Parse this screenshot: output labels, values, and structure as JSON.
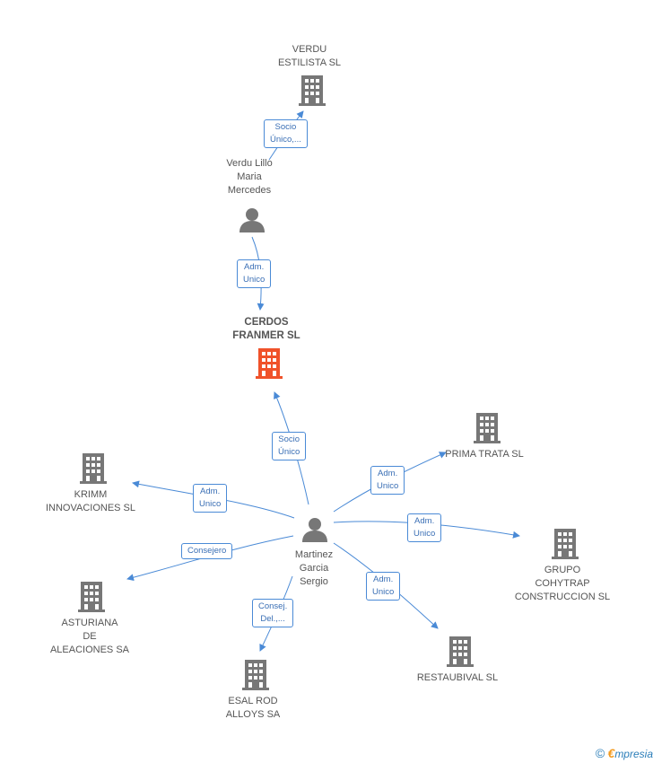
{
  "nodes": {
    "verdu_estilista": {
      "line1": "VERDU",
      "line2": "ESTILISTA SL"
    },
    "verdu_lillo": {
      "line1": "Verdu Lillo",
      "line2": "Maria",
      "line3": "Mercedes"
    },
    "cerdos_franmer": {
      "line1": "CERDOS",
      "line2": "FRANMER SL"
    },
    "prima_trata": {
      "line1": "PRIMA TRATA SL"
    },
    "krimm": {
      "line1": "KRIMM",
      "line2": "INNOVACIONES SL"
    },
    "martinez": {
      "line1": "Martinez",
      "line2": "Garcia",
      "line3": "Sergio"
    },
    "grupo_cohytrap": {
      "line1": "GRUPO",
      "line2": "COHYTRAP",
      "line3": "CONSTRUCCION SL"
    },
    "asturiana": {
      "line1": "ASTURIANA",
      "line2": "DE",
      "line3": "ALEACIONES SA"
    },
    "restaubival": {
      "line1": "RESTAUBIVAL SL"
    },
    "esal_rod": {
      "line1": "ESAL ROD",
      "line2": "ALLOYS SA"
    }
  },
  "relations": {
    "socio_unico_verdu": {
      "line1": "Socio",
      "line2": "Único,..."
    },
    "adm_unico_cerdos": {
      "line1": "Adm.",
      "line2": "Unico"
    },
    "socio_unico_cerdos": {
      "line1": "Socio",
      "line2": "Único"
    },
    "adm_unico_prima": {
      "line1": "Adm.",
      "line2": "Unico"
    },
    "adm_unico_krimm": {
      "line1": "Adm.",
      "line2": "Unico"
    },
    "adm_unico_grupo": {
      "line1": "Adm.",
      "line2": "Unico"
    },
    "consejero_asturiana": {
      "line1": "Consejero"
    },
    "adm_unico_restaubival": {
      "line1": "Adm.",
      "line2": "Unico"
    },
    "consej_del_esal": {
      "line1": "Consej.",
      "line2": "Del.,..."
    }
  },
  "footer": {
    "copyright": "©",
    "brand_e": "€",
    "brand_rest": "mpresia"
  },
  "colors": {
    "edge": "#4a8ad6",
    "building": "#777777",
    "main_building": "#f0522a",
    "person": "#777777"
  }
}
